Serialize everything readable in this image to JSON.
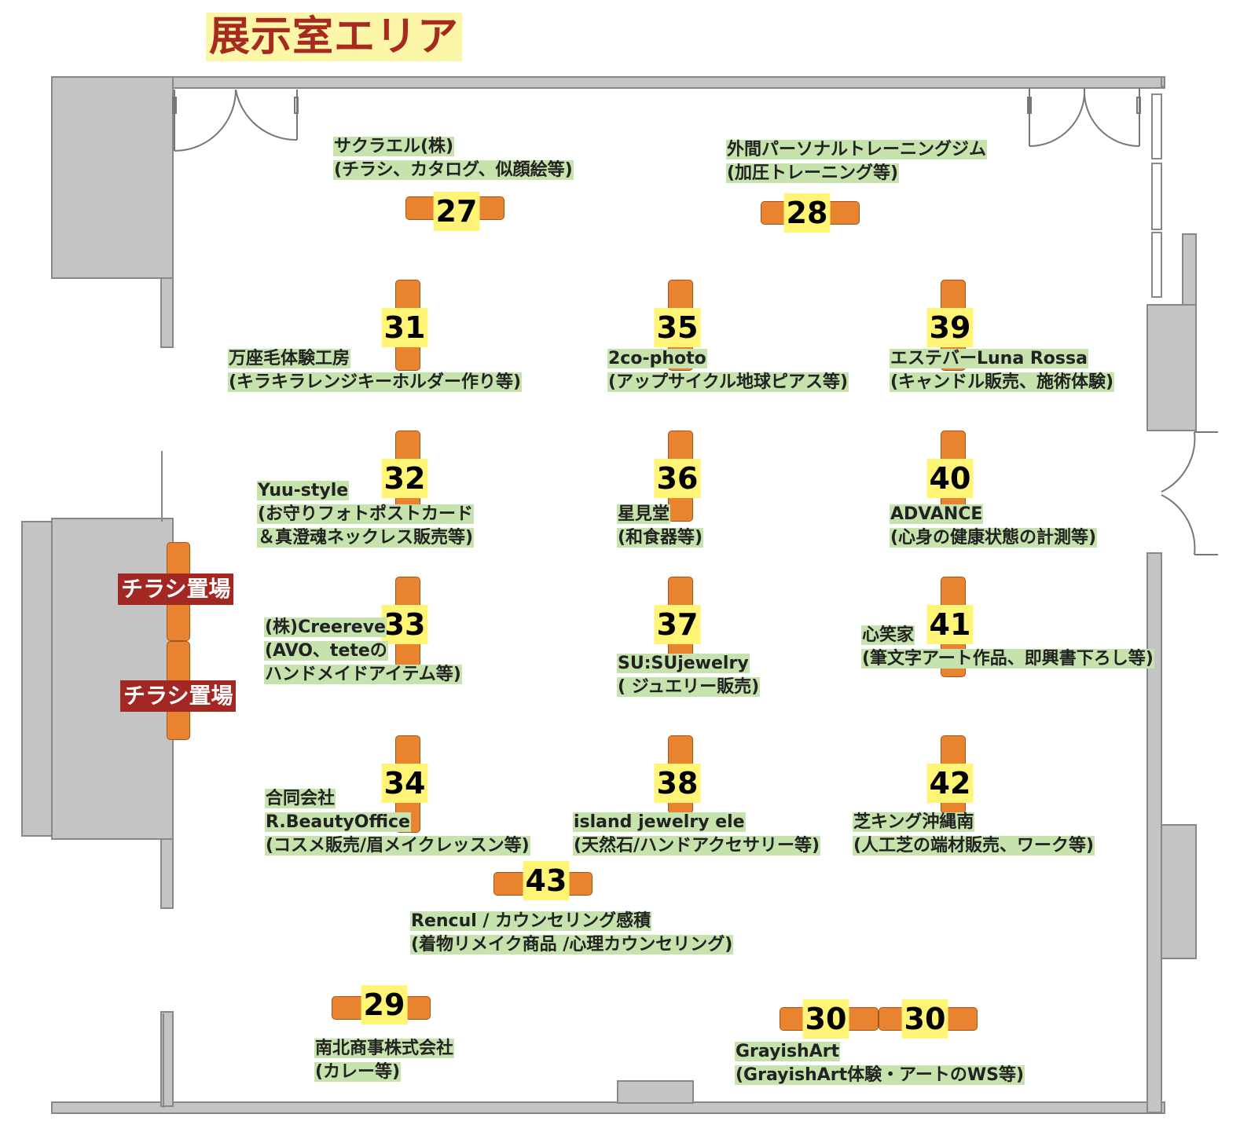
{
  "title": "展示室エリア",
  "colors": {
    "title_text": "#a72a20",
    "title_bg": "#fcf6a8",
    "booth": "#e88330",
    "booth_number_bg": "#fff476",
    "label_bg": "#c6e3ad",
    "flyer_bg": "#a32722",
    "wall": "#c4c4c4"
  },
  "booths": [
    {
      "id": "27",
      "number": "27",
      "lines": [
        "サクラエル(株)",
        "(チラシ、カタログ、似顔絵等)"
      ]
    },
    {
      "id": "28",
      "number": "28",
      "lines": [
        "外間パーソナルトレーニングジム",
        "(加圧トレーニング等)"
      ]
    },
    {
      "id": "31",
      "number": "31",
      "lines": [
        "万座毛体験工房",
        "(キラキラレンジキーホルダー作り等)"
      ]
    },
    {
      "id": "35",
      "number": "35",
      "lines": [
        "2co-photo",
        "(アップサイクル地球ピアス等)"
      ]
    },
    {
      "id": "39",
      "number": "39",
      "lines": [
        "エステバーLuna Rossa",
        "(キャンドル販売、施術体験)"
      ]
    },
    {
      "id": "32",
      "number": "32",
      "lines": [
        "Yuu-style",
        "(お守りフォトポストカード",
        "＆真澄魂ネックレス販売等)"
      ]
    },
    {
      "id": "36",
      "number": "36",
      "lines": [
        "星見堂",
        "(和食器等)"
      ]
    },
    {
      "id": "40",
      "number": "40",
      "lines": [
        "ADVANCE",
        "(心身の健康状態の計測等)"
      ]
    },
    {
      "id": "33",
      "number": "33",
      "lines": [
        "(株)Creereve",
        "(AVO、teteの",
        "ハンドメイドアイテム等)"
      ]
    },
    {
      "id": "37",
      "number": "37",
      "lines": [
        "SU:SUjewelry",
        "( ジュエリー販売)"
      ]
    },
    {
      "id": "41",
      "number": "41",
      "lines": [
        "心笑家",
        "(筆文字アート作品、即興書下ろし等)"
      ]
    },
    {
      "id": "34",
      "number": "34",
      "lines": [
        "合同会社",
        "R.BeautyOffice",
        "(コスメ販売/眉メイクレッスン等)"
      ]
    },
    {
      "id": "38",
      "number": "38",
      "lines": [
        "island jewelry ele",
        "(天然石/ハンドアクセサリー等)"
      ]
    },
    {
      "id": "42",
      "number": "42",
      "lines": [
        "芝キング沖縄南",
        "(人工芝の端材販売、ワーク等)"
      ]
    },
    {
      "id": "43",
      "number": "43",
      "lines": [
        "Rencul / カウンセリング感積",
        "(着物リメイク商品 /心理カウンセリング)"
      ]
    },
    {
      "id": "29",
      "number": "29",
      "lines": [
        "南北商事株式会社",
        "(カレー等)"
      ]
    },
    {
      "id": "30",
      "number": "30",
      "number2": "30",
      "lines": [
        "GrayishArt",
        "(GrayishArt体験・アートのWS等)"
      ]
    }
  ],
  "flyer_areas": [
    {
      "id": "flyer-1",
      "label": "チラシ置場"
    },
    {
      "id": "flyer-2",
      "label": "チラシ置場"
    }
  ]
}
